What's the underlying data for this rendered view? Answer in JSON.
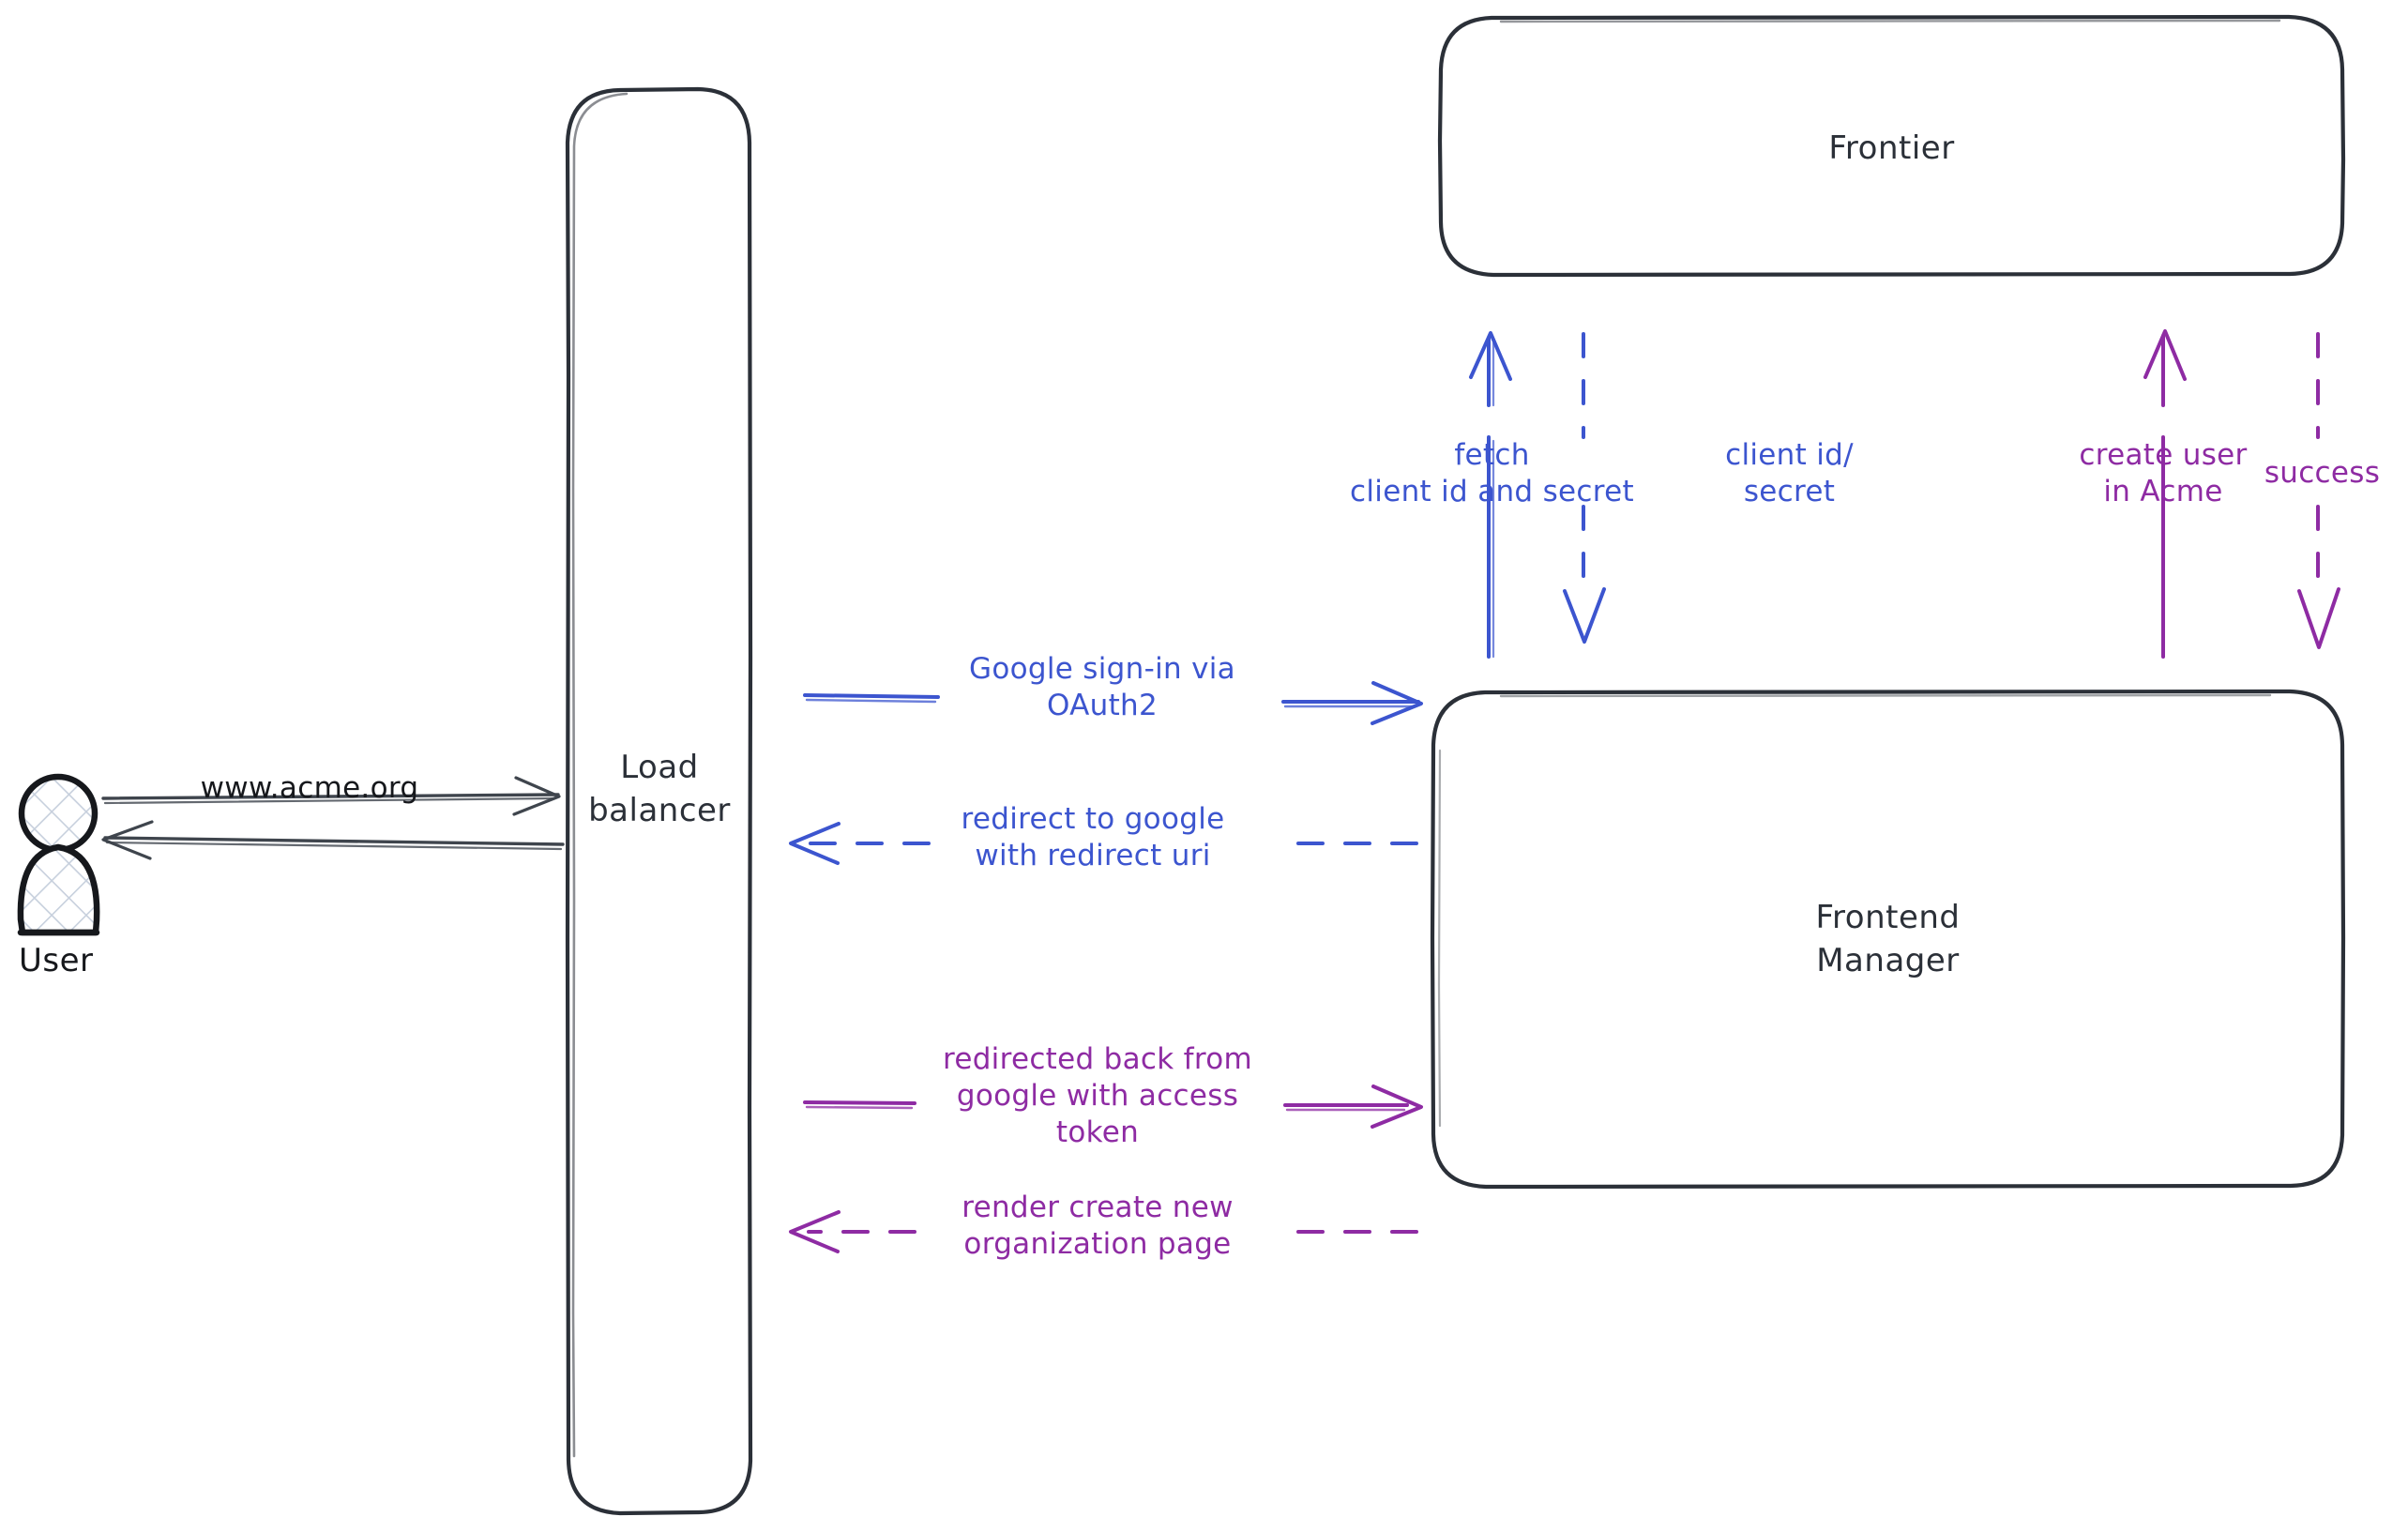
{
  "diagram": {
    "title": "Acme Google OAuth2 sign-in flow",
    "background": "#ffffff",
    "colors": {
      "stroke": "#2b3038",
      "blue": "#3c55cf",
      "purple": "#8e2ba3",
      "actor_fill_hatch": "#c7d0dd"
    }
  },
  "actors": [
    {
      "key": "user",
      "label": "User",
      "icon": "user-person-icon"
    }
  ],
  "nodes": [
    {
      "key": "load_balancer",
      "label": "Load\nbalancer",
      "shape": "rounded-rect"
    },
    {
      "key": "frontier",
      "label": "Frontier",
      "shape": "rounded-rect"
    },
    {
      "key": "frontend_manager",
      "label": "Frontend\nManager",
      "shape": "rounded-rect"
    }
  ],
  "edges": [
    {
      "key": "user_to_lb",
      "label": "www.acme.org",
      "color": "#2b3038",
      "style": "solid",
      "direction": "right",
      "from": "user",
      "to": "load_balancer"
    },
    {
      "key": "lb_to_user",
      "label": "",
      "color": "#2b3038",
      "style": "solid",
      "direction": "left",
      "from": "load_balancer",
      "to": "user"
    },
    {
      "key": "lb_to_fm_signin",
      "label": "Google sign-in via\nOAuth2",
      "color": "#3c55cf",
      "style": "solid",
      "direction": "right",
      "from": "load_balancer",
      "to": "frontend_manager"
    },
    {
      "key": "fm_to_lb_redirect",
      "label": "redirect to google\nwith redirect uri",
      "color": "#3c55cf",
      "style": "dashed",
      "direction": "left",
      "from": "frontend_manager",
      "to": "load_balancer"
    },
    {
      "key": "lb_to_fm_token",
      "label": "redirected back from\ngoogle with access\ntoken",
      "color": "#8e2ba3",
      "style": "solid",
      "direction": "right",
      "from": "load_balancer",
      "to": "frontend_manager"
    },
    {
      "key": "fm_to_lb_render",
      "label": "render create new\norganization page",
      "color": "#8e2ba3",
      "style": "dashed",
      "direction": "left",
      "from": "frontend_manager",
      "to": "load_balancer"
    },
    {
      "key": "fm_to_frontier_fetch",
      "label": "fetch\nclient id and secret",
      "color": "#3c55cf",
      "style": "solid",
      "direction": "up",
      "from": "frontend_manager",
      "to": "frontier"
    },
    {
      "key": "frontier_to_fm_creds",
      "label": "client id/\nsecret",
      "color": "#3c55cf",
      "style": "dashed",
      "direction": "down",
      "from": "frontier",
      "to": "frontend_manager"
    },
    {
      "key": "fm_to_frontier_create",
      "label": "create user\nin Acme",
      "color": "#8e2ba3",
      "style": "solid",
      "direction": "up",
      "from": "frontend_manager",
      "to": "frontier"
    },
    {
      "key": "frontier_to_fm_success",
      "label": "success",
      "color": "#8e2ba3",
      "style": "dashed",
      "direction": "down",
      "from": "frontier",
      "to": "frontend_manager"
    }
  ]
}
